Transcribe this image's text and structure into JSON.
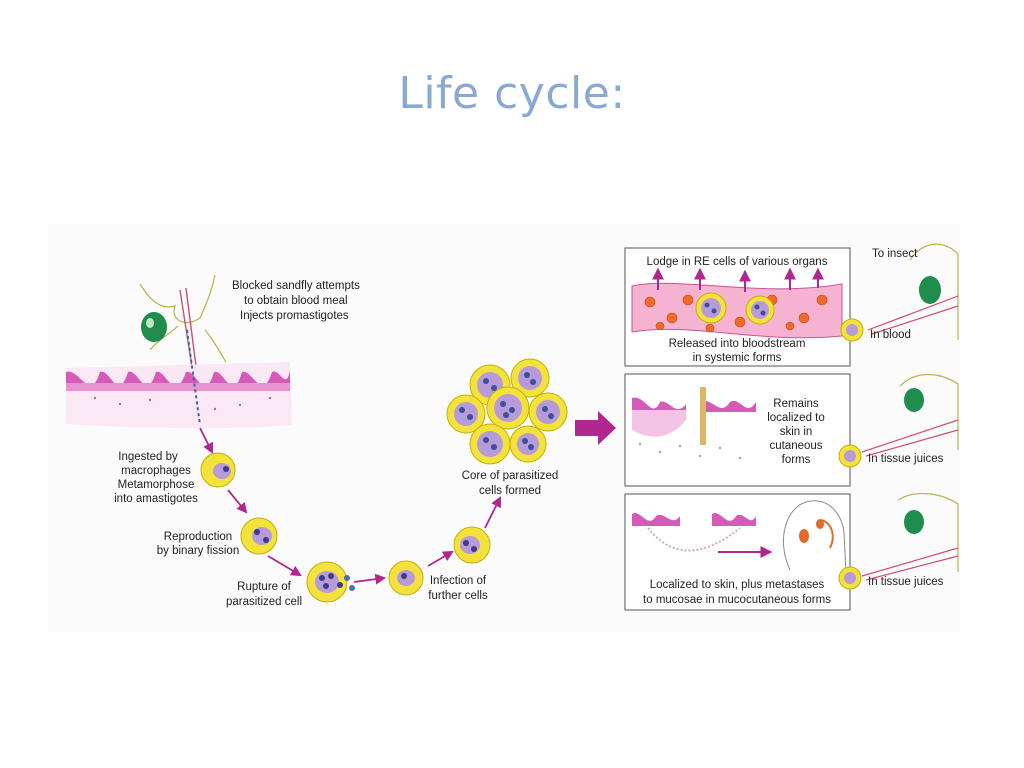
{
  "title": "Life cycle:",
  "labels": {
    "blocked": [
      "Blocked sandfly attempts",
      "to obtain blood meal",
      "Injects promastigotes"
    ],
    "ingested": [
      "Ingested by",
      "macrophages",
      "Metamorphose",
      "into amastigotes"
    ],
    "reproduction": [
      "Reproduction",
      "by binary fission"
    ],
    "rupture": [
      "Rupture of",
      "parasitized cell"
    ],
    "infection": [
      "Infection of",
      "further cells"
    ],
    "core": [
      "Core of parasitized",
      "cells formed"
    ],
    "lodge": "Lodge in RE cells of various organs",
    "released": [
      "Released into bloodstream",
      "in systemic forms"
    ],
    "remains": [
      "Remains",
      "localized to",
      "skin in",
      "cutaneous",
      "forms"
    ],
    "localized": [
      "Localized to skin, plus metastases",
      "to mucosae in mucocutaneous forms"
    ],
    "to_insect": "To insect",
    "in_blood": "In blood",
    "in_tissue_juices_1": "In tissue juices",
    "in_tissue_juices_2": "In tissue juices"
  },
  "colors": {
    "title": "#8aa9d2",
    "arrow": "#b0278f",
    "cell_fill": "#f3e23c",
    "cell_inner": "#b79bd8",
    "tissue": "#d65ab8",
    "vessel": "#f3a7c9",
    "rbc": "#f06a2a"
  }
}
